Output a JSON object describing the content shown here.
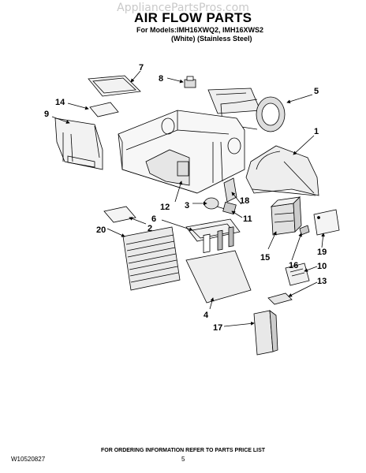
{
  "watermark": "AppliancePartsPros.com",
  "title": "AIR FLOW PARTS",
  "models_line1": "For Models:IMH16XWQ2, IMH16XWS2",
  "models_line2": "(White)  (Stainless Steel)",
  "footer_text": "FOR ORDERING INFORMATION REFER TO PARTS PRICE LIST",
  "doc_number": "W10520827",
  "page_number": "5",
  "callouts": {
    "c1": "1",
    "c2": "2",
    "c3": "3",
    "c4": "4",
    "c5": "5",
    "c6": "6",
    "c7": "7",
    "c8": "8",
    "c9": "9",
    "c10": "10",
    "c11": "11",
    "c12": "12",
    "c13": "13",
    "c14": "14",
    "c15": "15",
    "c16": "16",
    "c17": "17",
    "c18": "18",
    "c19": "19",
    "c20": "20"
  }
}
